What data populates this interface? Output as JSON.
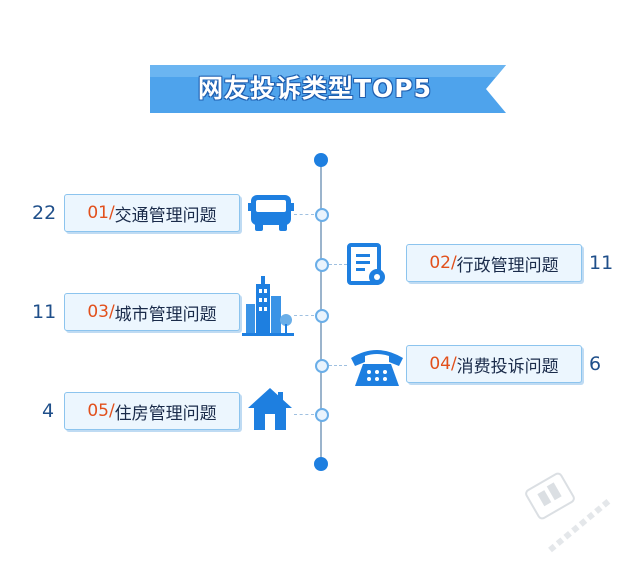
{
  "title": "网友投诉类型TOP5",
  "colors": {
    "accent": "#1e7fe0",
    "number": "#e2501c",
    "box_bg": "#ecf6fe",
    "box_border": "#8cc4ee"
  },
  "items": [
    {
      "index": "01/",
      "name": "交通管理问题",
      "count": "22",
      "icon": "bus-icon"
    },
    {
      "index": "02/",
      "name": "行政管理问题",
      "count": "11",
      "icon": "document-gear-icon"
    },
    {
      "index": "03/",
      "name": "城市管理问题",
      "count": "11",
      "icon": "city-buildings-icon"
    },
    {
      "index": "04/",
      "name": "消费投诉问题",
      "count": "6",
      "icon": "telephone-icon"
    },
    {
      "index": "05/",
      "name": "住房管理问题",
      "count": "4",
      "icon": "house-icon"
    }
  ]
}
